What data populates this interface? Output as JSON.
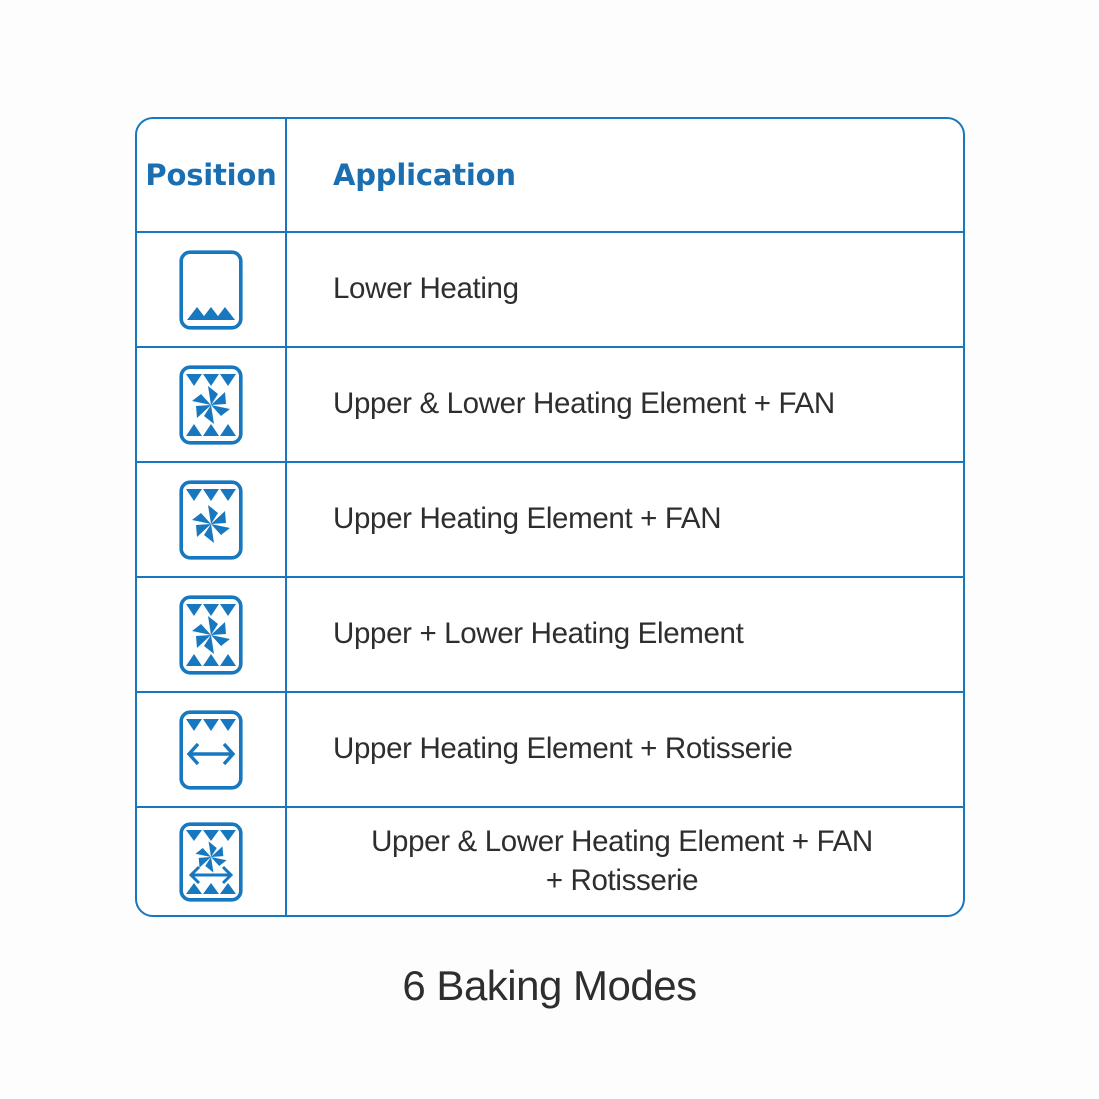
{
  "caption": "6 Baking Modes",
  "colors": {
    "brand_blue": "#1878bf",
    "header_text_blue": "#1b6fb0",
    "body_text": "#2e2e2e",
    "background": "#fdfdfd"
  },
  "table": {
    "headers": {
      "position": "Position",
      "application": "Application"
    },
    "rows": [
      {
        "icon_name": "lower-heating-icon",
        "icon_features": {
          "top_triangles": false,
          "bottom_triangles": true,
          "fan": false,
          "rotisserie": false
        },
        "application": "Lower Heating"
      },
      {
        "icon_name": "upper-lower-heating-fan-icon",
        "icon_features": {
          "top_triangles": true,
          "bottom_triangles": true,
          "fan": true,
          "rotisserie": false
        },
        "application": "Upper & Lower Heating Element + FAN"
      },
      {
        "icon_name": "upper-heating-fan-icon",
        "icon_features": {
          "top_triangles": true,
          "bottom_triangles": false,
          "fan": true,
          "rotisserie": false
        },
        "application": "Upper Heating Element + FAN"
      },
      {
        "icon_name": "upper-lower-heating-icon",
        "icon_features": {
          "top_triangles": true,
          "bottom_triangles": true,
          "fan": true,
          "rotisserie": false
        },
        "application": "Upper + Lower Heating Element"
      },
      {
        "icon_name": "upper-heating-rotisserie-icon",
        "icon_features": {
          "top_triangles": true,
          "bottom_triangles": false,
          "fan": false,
          "rotisserie": true
        },
        "application": "Upper Heating Element + Rotisserie"
      },
      {
        "icon_name": "upper-lower-heating-fan-rotisserie-icon",
        "icon_features": {
          "top_triangles": true,
          "bottom_triangles": true,
          "fan": true,
          "rotisserie": true
        },
        "application_line1": "Upper & Lower Heating Element + FAN",
        "application_line2": "+ Rotisserie"
      }
    ]
  }
}
